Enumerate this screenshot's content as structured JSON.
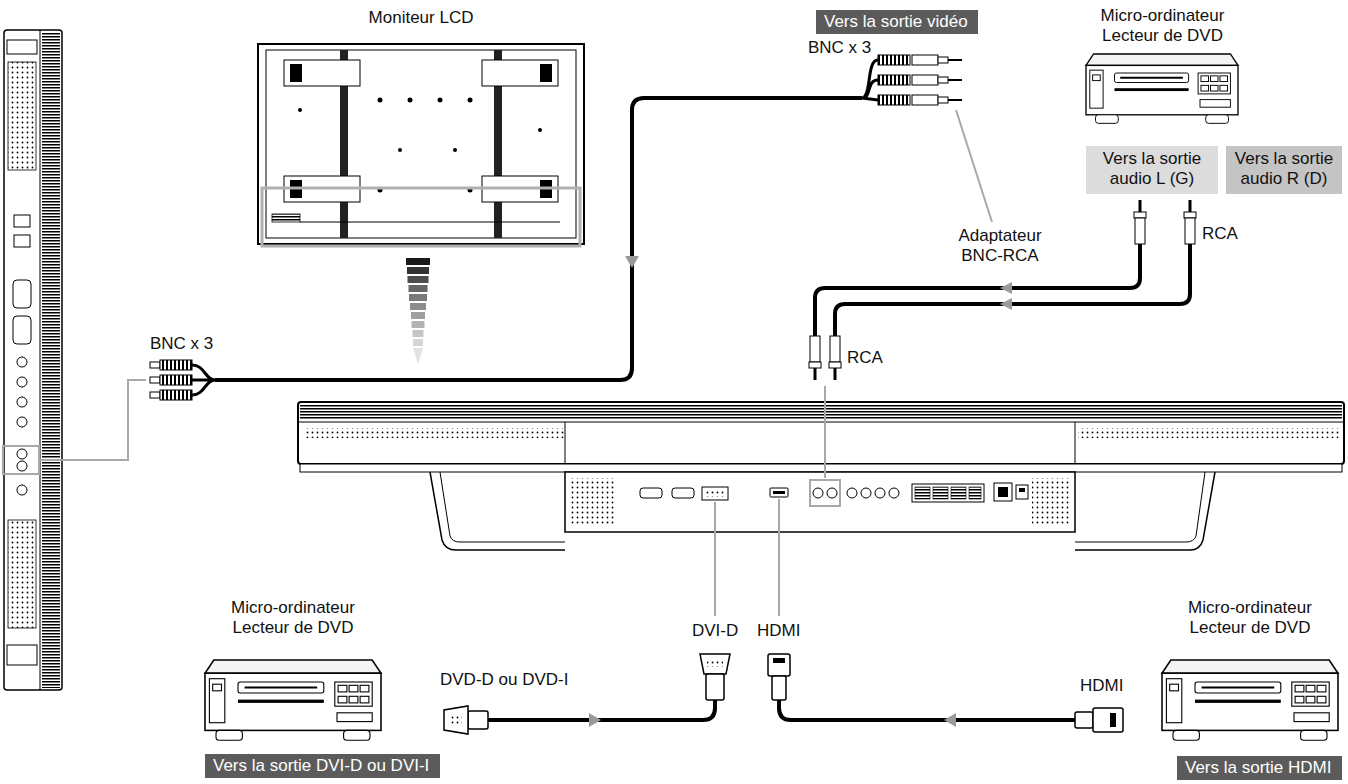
{
  "diagram": {
    "nodes": [
      {
        "text": [
          "Moniteur LCD"
        ]
      },
      {
        "text": [
          "Micro-ordinateur Lecteur de DVD"
        ]
      },
      {
        "text": [
          "Vers la sortie vidéo"
        ]
      },
      {
        "text": [
          "Vers la sortie audio L (G)"
        ]
      },
      {
        "text": [
          "Vers la sortie audio R (D)"
        ]
      },
      {
        "text": [
          "Micro-ordinateur Lecteur de DVD"
        ]
      },
      {
        "text": [
          "Vers la sortie DVI-D ou DVI-I"
        ]
      },
      {
        "text": [
          "Micro-ordinateur Lecteur de DVD"
        ]
      },
      {
        "text": [
          "Vers la sortie HDMI"
        ]
      }
    ],
    "labels": [
      "BNC x 3",
      "Adaptateur BNC-RCA",
      "RCA",
      "BNC x 3",
      "RCA",
      "DVI-D",
      "HDMI",
      "DVD-D ou DVD-I",
      "HDMI"
    ]
  }
}
